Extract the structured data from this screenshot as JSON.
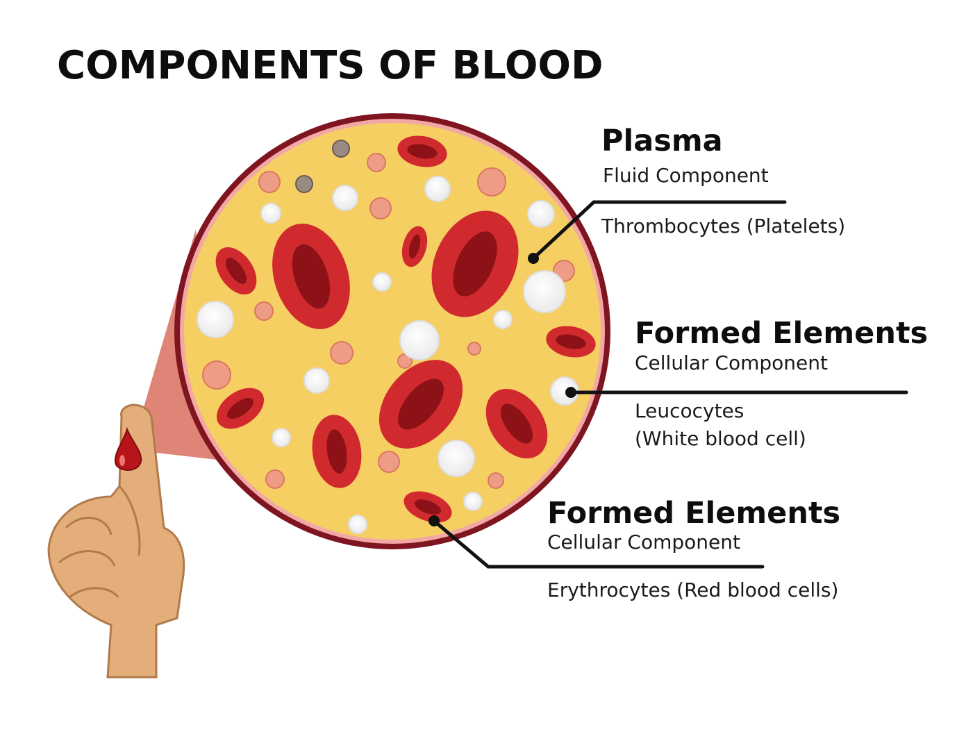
{
  "title": "COMPONENTS OF BLOOD",
  "colors": {
    "plasma": "#f6cf62",
    "circle_border": "#7e1520",
    "circle_inner_ring": "#f2a9a6",
    "red_cell": "#d12a2e",
    "red_cell_dark": "#8c1217",
    "white_cell": "#ffffff",
    "platelet": "#ef9c87",
    "skin": "#e3ad7c",
    "leader_line": "#111111"
  },
  "labels": {
    "plasma": {
      "heading": "Plasma",
      "subheading": "Fluid Component",
      "description": "Thrombocytes (Platelets)"
    },
    "formed_white": {
      "heading": "Formed Elements",
      "subheading": "Cellular Component",
      "description_line1": "Leucocytes",
      "description_line2": "(White blood cell)"
    },
    "formed_red": {
      "heading": "Formed Elements",
      "subheading": "Cellular Component",
      "description": "Erythrocytes (Red blood cells)"
    }
  }
}
